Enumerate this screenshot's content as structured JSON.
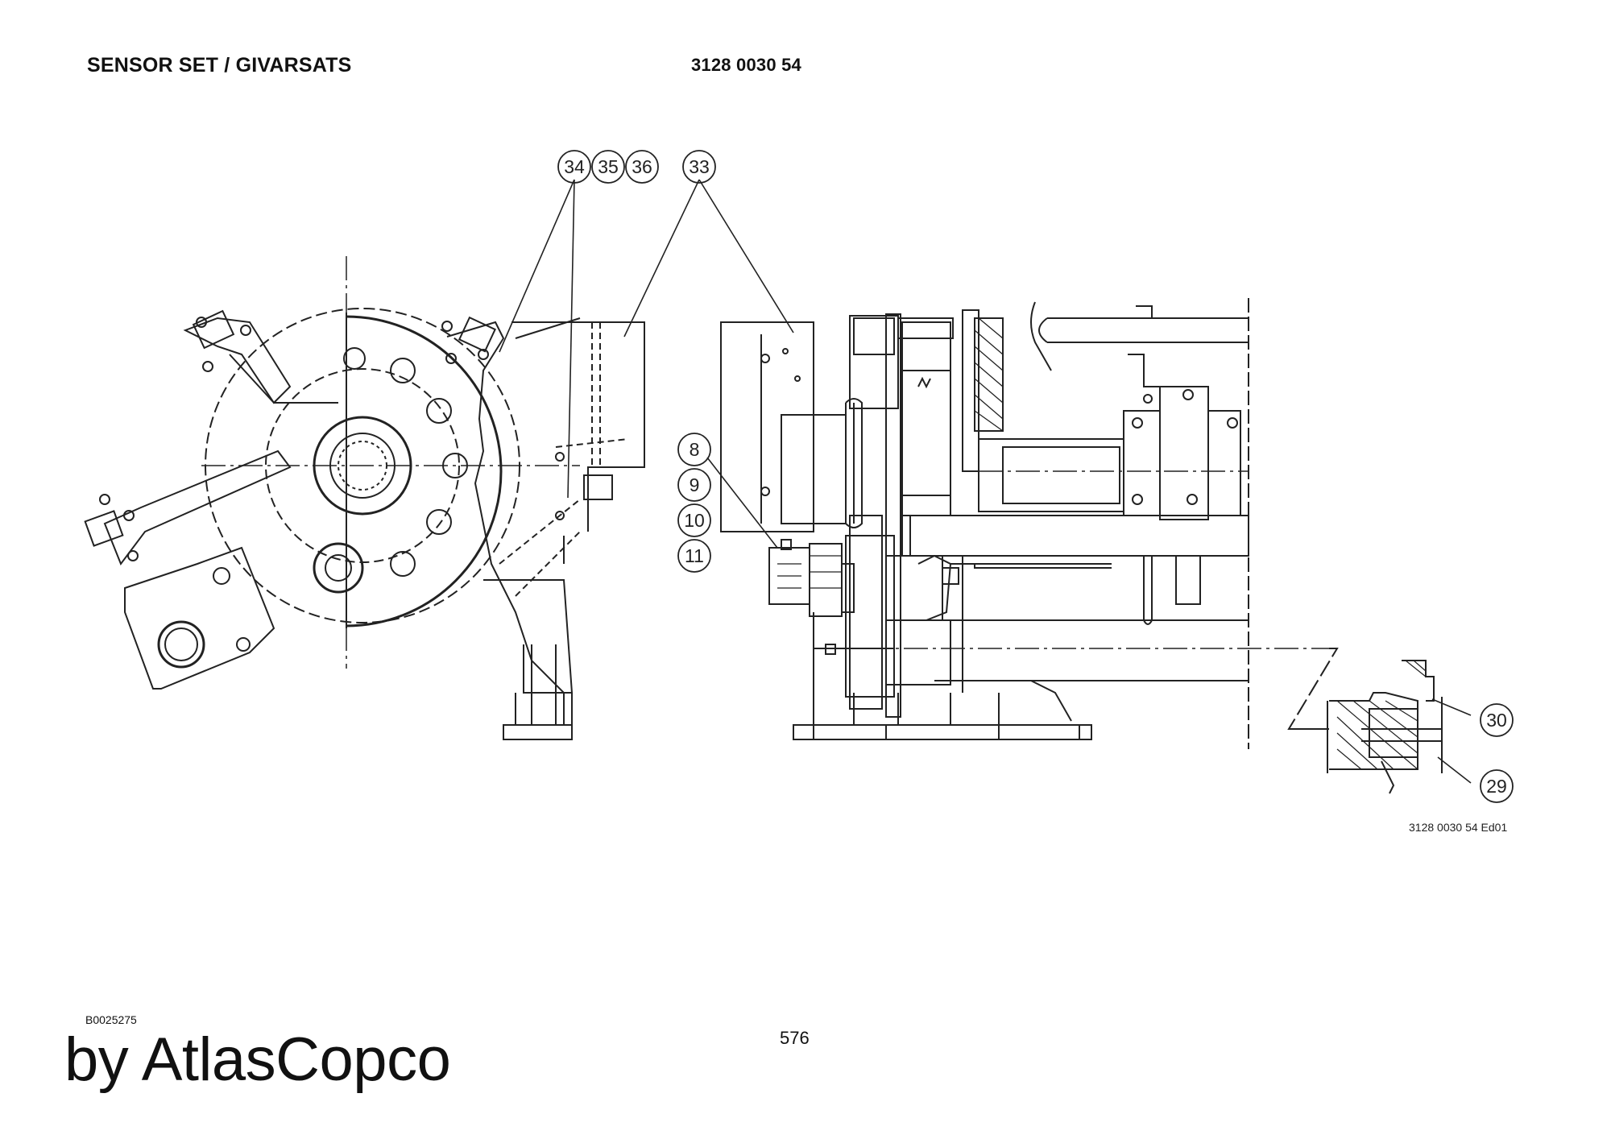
{
  "header": {
    "title": "SENSOR SET / GIVARSATS",
    "part_number": "3128 0030 54"
  },
  "diagram": {
    "callouts": [
      "34",
      "35",
      "36",
      "33",
      "8",
      "9",
      "10",
      "11",
      "30",
      "29"
    ],
    "drawing_ref": "3128 0030 54 Ed01"
  },
  "footer": {
    "document_id": "B0025275",
    "brand": "by AtlasCopco",
    "page_number": "576"
  }
}
